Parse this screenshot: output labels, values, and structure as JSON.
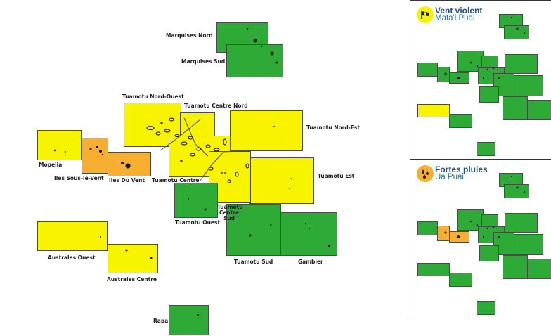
{
  "colors": {
    "green": "#2eab36",
    "yellow": "#f8f400",
    "orange": "#f6af30",
    "border": "#4a4a4a",
    "panel_title": "#1e4f8a"
  },
  "zones": [
    {
      "name": "Marquises Nord",
      "level": "green"
    },
    {
      "name": "Marquises Sud",
      "level": "green"
    },
    {
      "name": "Tuamotu Nord-Ouest",
      "level": "yellow"
    },
    {
      "name": "Tuamotu Centre Nord",
      "level": "yellow"
    },
    {
      "name": "Tuamotu Nord-Est",
      "level": "yellow"
    },
    {
      "name": "Mopelia",
      "level": "yellow"
    },
    {
      "name": "Iles Sous-le-Vent",
      "level": "orange"
    },
    {
      "name": "Iles Du Vent",
      "level": "orange"
    },
    {
      "name": "Tuamotu Centre",
      "level": "yellow"
    },
    {
      "name": "Tuamotu Est",
      "level": "yellow"
    },
    {
      "name": "Tuamotu Ouest",
      "level": "green"
    },
    {
      "name": "Tuamotu Centre Sud",
      "level": "yellow"
    },
    {
      "name": "Tuamotu Sud",
      "level": "green"
    },
    {
      "name": "Gambier",
      "level": "green"
    },
    {
      "name": "Australes Ouest",
      "level": "yellow"
    },
    {
      "name": "Australes Centre",
      "level": "yellow"
    },
    {
      "name": "Rapa",
      "level": "green"
    }
  ],
  "labels": {
    "marquises_nord": "Marquises Nord",
    "marquises_sud": "Marquises Sud",
    "tuamotu_nord_ouest": "Tuamotu Nord-Ouest",
    "tuamotu_centre_nord": "Tuamotu Centre Nord",
    "tuamotu_nord_est": "Tuamotu Nord-Est",
    "mopelia": "Mopelia",
    "iles_sous_le_vent": "Iles Sous-le-Vent",
    "iles_du_vent": "Iles Du Vent",
    "tuamotu_centre": "Tuamotu Centre",
    "tuamotu_est": "Tuamotu Est",
    "tuamotu_ouest": "Tuamotu Ouest",
    "tuamotu_centre_sud_1": "Tuamotu",
    "tuamotu_centre_sud_2": "Centre",
    "tuamotu_centre_sud_3": "Sud",
    "tuamotu_sud": "Tuamotu Sud",
    "gambier": "Gambier",
    "australes_ouest": "Australes Ouest",
    "australes_centre": "Australes Centre",
    "rapa": "Rapa"
  },
  "panels": [
    {
      "title": "Vent violent",
      "subtitle": "Mata'i Puai",
      "icon": "wind-flag-icon",
      "icon_color": "#f8f400",
      "levels": {
        "mopelia": "yellow",
        "sous_le_vent": "green",
        "du_vent": "green"
      }
    },
    {
      "title": "Fortes pluies",
      "subtitle": "Ua Puai",
      "icon": "rain-drops-icon",
      "icon_color": "#f6af30",
      "levels": {
        "mopelia": "green",
        "sous_le_vent": "orange",
        "du_vent": "orange"
      }
    }
  ]
}
